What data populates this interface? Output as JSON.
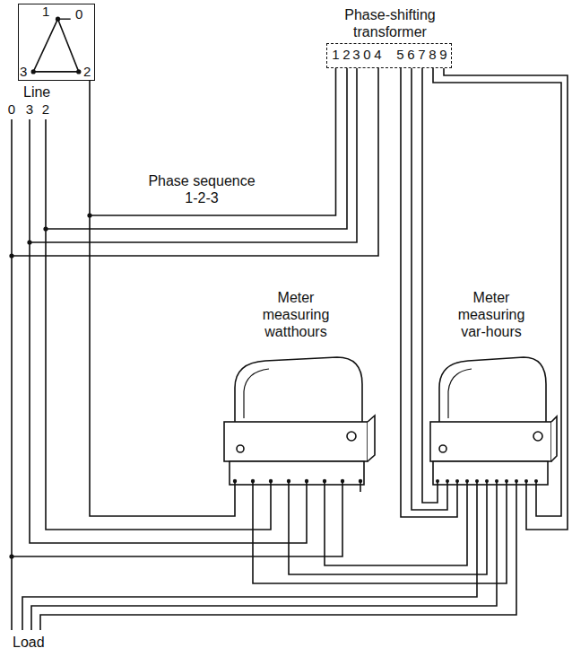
{
  "diagram": {
    "nodes": [
      {
        "text": [
          "1",
          "0",
          "3",
          "2"
        ]
      },
      {
        "text": [
          "Phase-shifting transformer",
          "1",
          "2",
          "3",
          "0",
          "4",
          "5",
          "6",
          "7",
          "8",
          "9"
        ]
      }
    ],
    "edges": [
      {
        "from": 0,
        "to": 1,
        "arrow": "none"
      }
    ],
    "labels": [
      "Line",
      "0",
      "3",
      "2",
      "Phase sequence 1-2-3",
      "Meter measuring watthours",
      "Meter measuring var-hours",
      "Load"
    ]
  }
}
